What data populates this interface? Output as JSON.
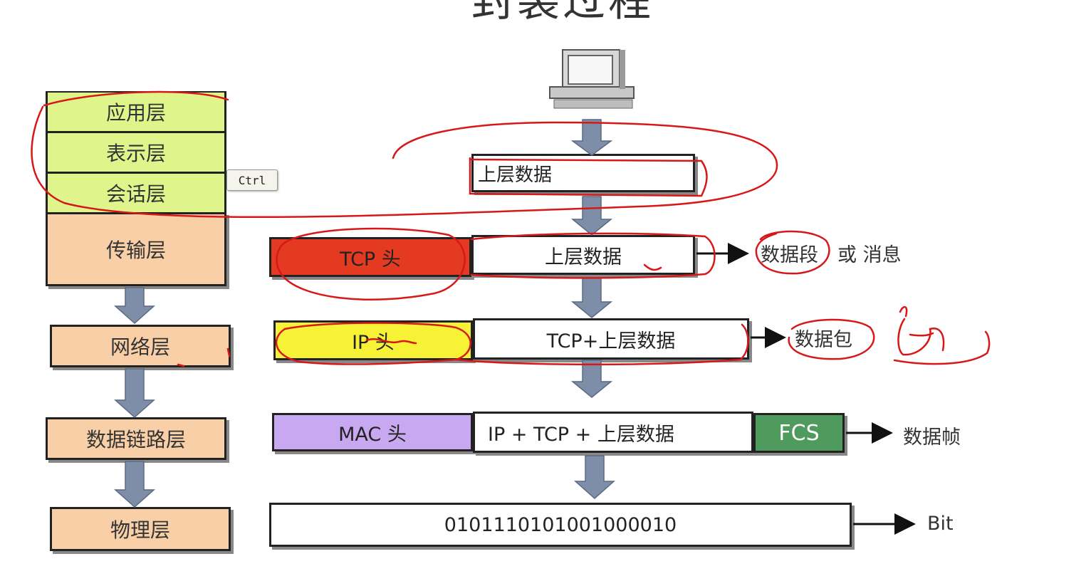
{
  "title": "封装过程",
  "osi_layers": {
    "application": "应用层",
    "presentation": "表示层",
    "session": "会话层",
    "transport": "传输层",
    "network": "网络层",
    "datalink": "数据链路层",
    "physical": "物理层"
  },
  "ctrl_badge": "Ctrl",
  "encapsulation": {
    "upper_data": "上层数据",
    "tcp_header": "TCP 头",
    "tcp_payload": "上层数据",
    "segment_label": "数据段",
    "segment_label_alt": "或 消息",
    "ip_header": "IP 头",
    "ip_payload": "TCP+上层数据",
    "packet_label": "数据包",
    "mac_header": "MAC 头",
    "frame_payload": "IP + TCP + 上层数据",
    "fcs": "FCS",
    "frame_label": "数据帧",
    "bits": "0101110101001000010",
    "bit_label": "Bit"
  },
  "handwritten_note": "包",
  "colors": {
    "tcp_header": "#e53a22",
    "ip_header": "#f7f236",
    "mac_header": "#c9a8f2",
    "fcs": "#4f9a5d",
    "upper_layers": "#dff58c",
    "lower_layers": "#f8cfa6",
    "arrow": "#7e8ea8",
    "annotation": "#d81818"
  }
}
